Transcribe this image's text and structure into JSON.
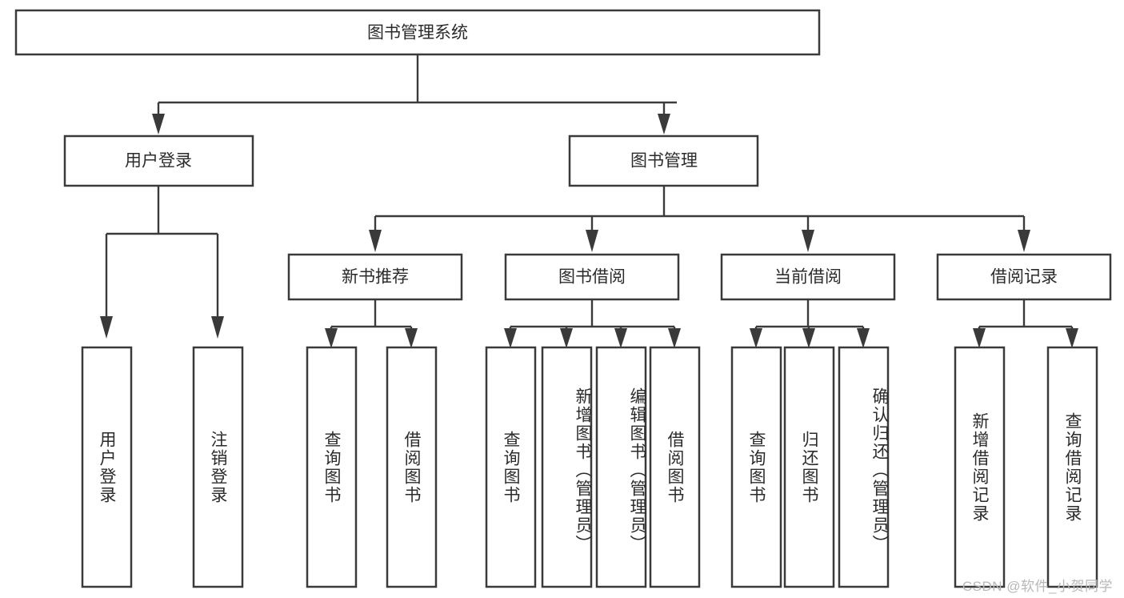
{
  "diagram": {
    "type": "tree-hierarchy",
    "title": "图书管理系统",
    "root": {
      "label": "图书管理系统"
    },
    "level2": [
      {
        "label": "用户登录"
      },
      {
        "label": "图书管理"
      }
    ],
    "level3": [
      {
        "label": "新书推荐"
      },
      {
        "label": "图书借阅"
      },
      {
        "label": "当前借阅"
      },
      {
        "label": "借阅记录"
      }
    ],
    "leaves": {
      "user_login": [
        {
          "label": "用户登录"
        },
        {
          "label": "注销登录"
        }
      ],
      "new_book_recommend": [
        {
          "label": "查询图书"
        },
        {
          "label": "借阅图书"
        }
      ],
      "book_borrow": [
        {
          "label": "查询图书"
        },
        {
          "label": "新增图书（管理员）"
        },
        {
          "label": "编辑图书（管理员）"
        },
        {
          "label": "借阅图书"
        }
      ],
      "current_borrow": [
        {
          "label": "查询图书"
        },
        {
          "label": "归还图书"
        },
        {
          "label": "确认归还（管理员）"
        }
      ],
      "borrow_record": [
        {
          "label": "新增借阅记录"
        },
        {
          "label": "查询借阅记录"
        }
      ]
    }
  },
  "watermark": {
    "text": "CSDN @软件_小贺同学"
  },
  "colors": {
    "box_stroke": "#3a3a3a",
    "box_fill": "#ffffff",
    "text": "#2b2b2b",
    "watermark": "#b8b8b8",
    "background": "#ffffff"
  }
}
